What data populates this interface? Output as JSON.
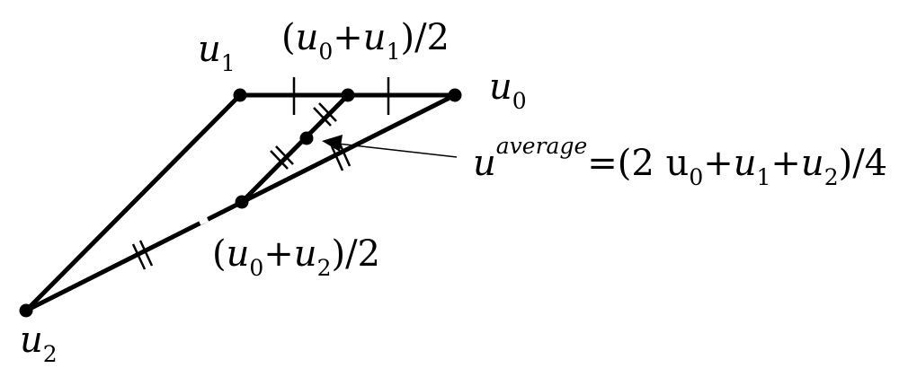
{
  "diagram": {
    "points": {
      "u0": {
        "base": "u",
        "sub": "0"
      },
      "u1": {
        "base": "u",
        "sub": "1"
      },
      "u2": {
        "base": "u",
        "sub": "2"
      }
    },
    "midpoints": {
      "m01": {
        "open": "(",
        "a": "u",
        "a_sub": "0",
        "plus": "+",
        "b": "u",
        "b_sub": "1",
        "close": ")/2"
      },
      "m02": {
        "open": "(",
        "a": "u",
        "a_sub": "0",
        "plus": "+",
        "b": "u",
        "b_sub": "2",
        "close": ")/2"
      }
    },
    "average": {
      "base": "u",
      "sup": "average",
      "eq": "=(2 ",
      "u0": "u",
      "u0_sub": "0",
      "plus1": "+",
      "u1": "u",
      "u1_sub": "1",
      "plus2": "+",
      "u2": "u",
      "u2_sub": "2",
      "close": ")/4"
    },
    "colors": {
      "ink": "#000000",
      "background": "#ffffff"
    }
  }
}
